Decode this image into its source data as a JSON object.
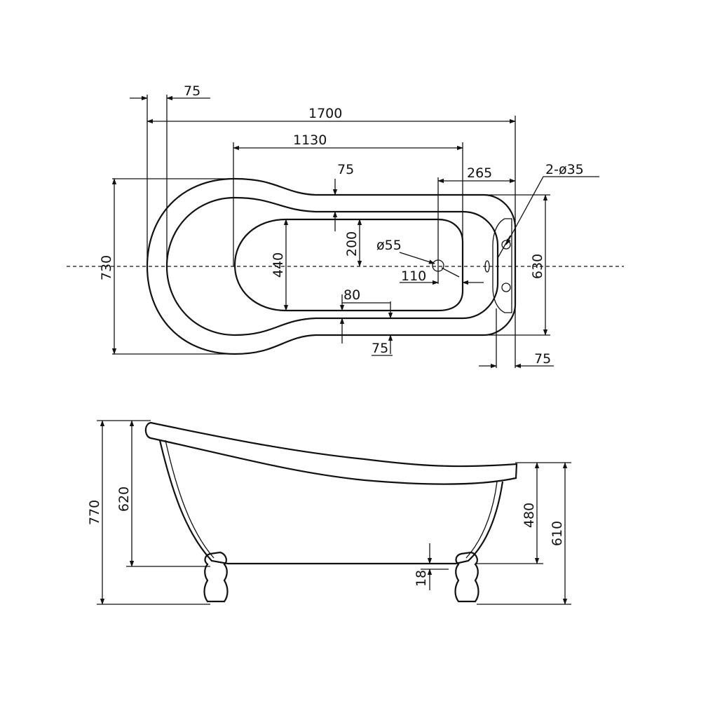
{
  "top_view": {
    "dim_rim_left": "75",
    "dim_length": "1700",
    "dim_inner_length": "1130",
    "dim_rim_top": "75",
    "dim_overflow_offset": "265",
    "dim_holes": "2-ø35",
    "dim_inner_half": "200",
    "dim_drain": "ø55",
    "dim_width": "730",
    "dim_inner_width": "440",
    "dim_drain_offset": "110",
    "dim_rim_bottom_inner": "80",
    "dim_rim_bottom": "75",
    "dim_end_width": "630",
    "dim_rim_right": "75"
  },
  "side_view": {
    "dim_total_height": "770",
    "dim_high_end": "620",
    "dim_low_end": "480",
    "dim_right_height": "610",
    "dim_feet": "18"
  },
  "colors": {
    "line": "#111111",
    "background": "#ffffff"
  }
}
